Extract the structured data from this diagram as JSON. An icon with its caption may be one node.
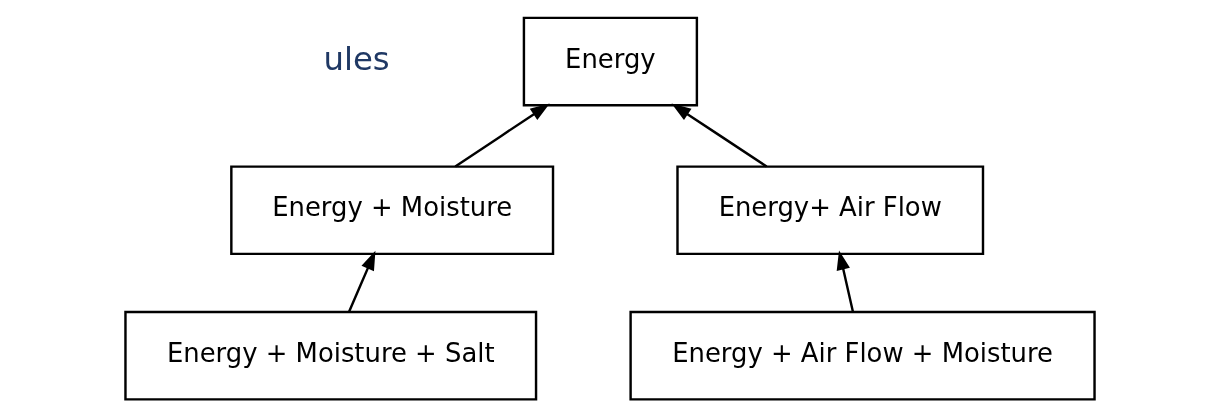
{
  "diagram": {
    "nodes": [
      {
        "text": [
          "Energy"
        ]
      },
      {
        "text": [
          "Energy + Moisture"
        ]
      },
      {
        "text": [
          "Energy+ Air Flow"
        ]
      },
      {
        "text": [
          "Energy + Moisture + Salt"
        ]
      },
      {
        "text": [
          "Energy + Air Flow + Moisture"
        ]
      }
    ],
    "edges": [
      {
        "from": 1,
        "to": 0,
        "arrow": "to"
      },
      {
        "from": 2,
        "to": 0,
        "arrow": "to"
      },
      {
        "from": 3,
        "to": 1,
        "arrow": "to"
      },
      {
        "from": 4,
        "to": 2,
        "arrow": "to"
      }
    ],
    "labels": [
      "ules"
    ]
  }
}
